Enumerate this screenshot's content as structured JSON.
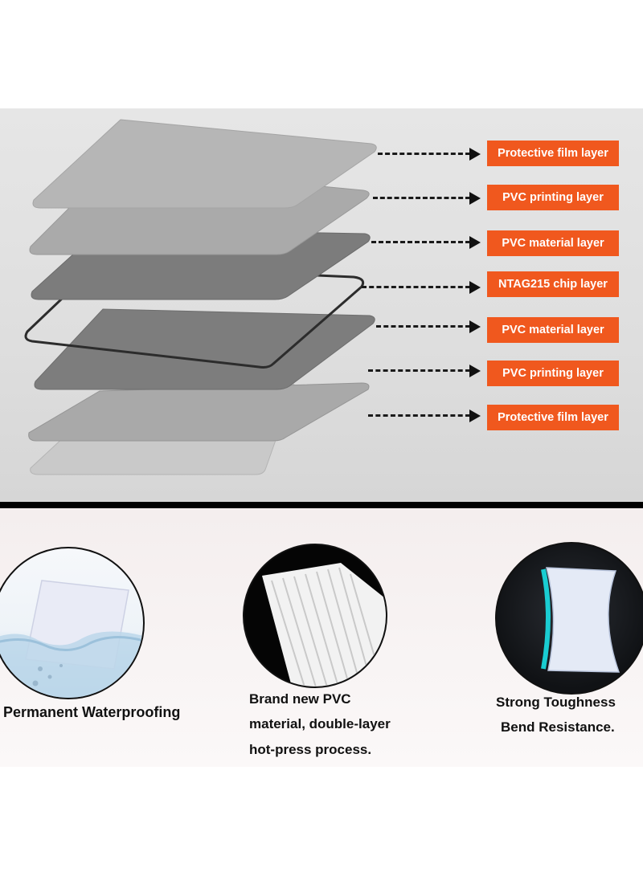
{
  "colors": {
    "label_bg": "#f0581e",
    "label_text": "#ffffff",
    "arrow": "#111111",
    "divider": "#000000"
  },
  "layers": [
    {
      "label": "Protective film layer"
    },
    {
      "label": "PVC printing layer"
    },
    {
      "label": "PVC material layer"
    },
    {
      "label": "NTAG215 chip layer"
    },
    {
      "label": "PVC material layer"
    },
    {
      "label": "PVC printing layer"
    },
    {
      "label": "Protective film layer"
    }
  ],
  "features": [
    {
      "lines": [
        "Permanent Waterproofing"
      ]
    },
    {
      "lines": [
        "Brand new PVC",
        "material, double-layer",
        "hot-press process."
      ]
    },
    {
      "lines": [
        "Strong Toughness",
        "Bend Resistance."
      ]
    }
  ]
}
